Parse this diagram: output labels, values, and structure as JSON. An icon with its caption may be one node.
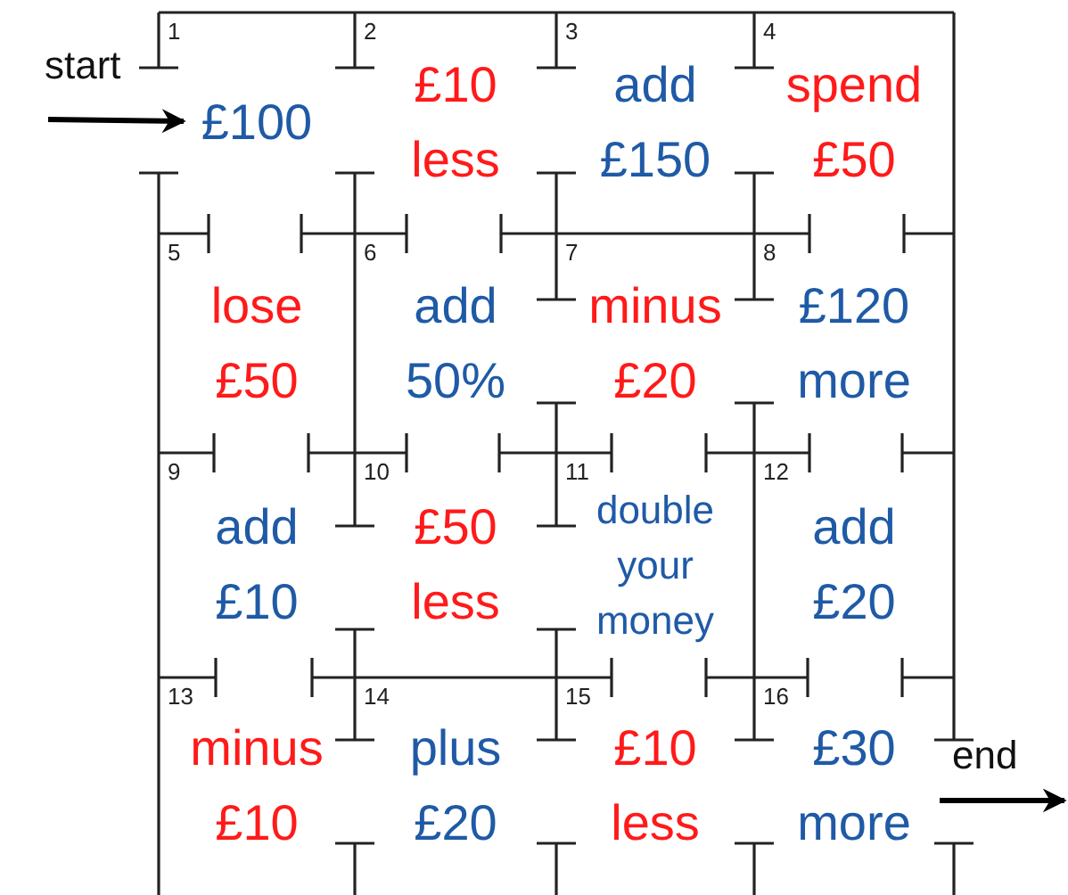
{
  "diagram": {
    "nodes": [
      {
        "text": [
          "1",
          "£100"
        ]
      },
      {
        "text": [
          "2",
          "£10 less"
        ]
      },
      {
        "text": [
          "3",
          "add £150"
        ]
      },
      {
        "text": [
          "4",
          "spend £50"
        ]
      },
      {
        "text": [
          "5",
          "lose £50"
        ]
      },
      {
        "text": [
          "6",
          "add 50%"
        ]
      },
      {
        "text": [
          "7",
          "minus £20"
        ]
      },
      {
        "text": [
          "8",
          "£120 more"
        ]
      },
      {
        "text": [
          "9",
          "add £10"
        ]
      },
      {
        "text": [
          "10",
          "£50 less"
        ]
      },
      {
        "text": [
          "11",
          "double your money"
        ]
      },
      {
        "text": [
          "12",
          "add £20"
        ]
      },
      {
        "text": [
          "13",
          "minus £10"
        ]
      },
      {
        "text": [
          "14",
          "plus £20"
        ]
      },
      {
        "text": [
          "15",
          "£10 less"
        ]
      },
      {
        "text": [
          "16",
          "£30 more"
        ]
      },
      {
        "text": [
          "start"
        ]
      },
      {
        "text": [
          "end"
        ]
      }
    ],
    "edges": [
      {
        "from": 16,
        "to": 0,
        "arrow": "to"
      },
      {
        "from": 15,
        "to": 17,
        "arrow": "to"
      }
    ]
  }
}
